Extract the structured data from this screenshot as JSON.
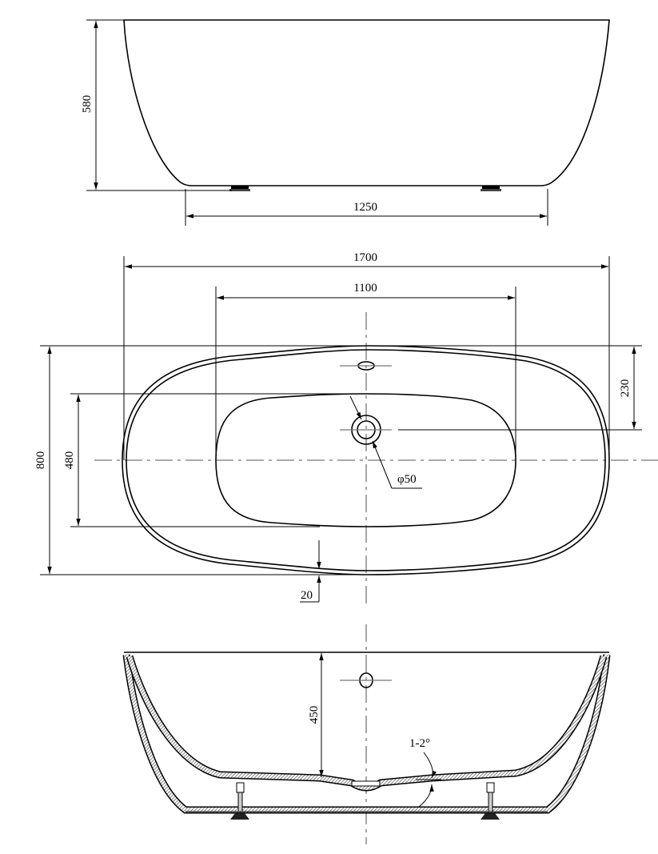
{
  "elevation": {
    "height_label": "580",
    "base_length_label": "1250"
  },
  "plan": {
    "overall_length_label": "1700",
    "basin_length_label": "1100",
    "overall_width_label": "800",
    "basin_width_label": "480",
    "drain_offset_label": "230",
    "drain_diameter_label": "φ50",
    "rim_thickness_label": "20"
  },
  "section": {
    "depth_label": "450",
    "slope_label": "1-2°"
  }
}
